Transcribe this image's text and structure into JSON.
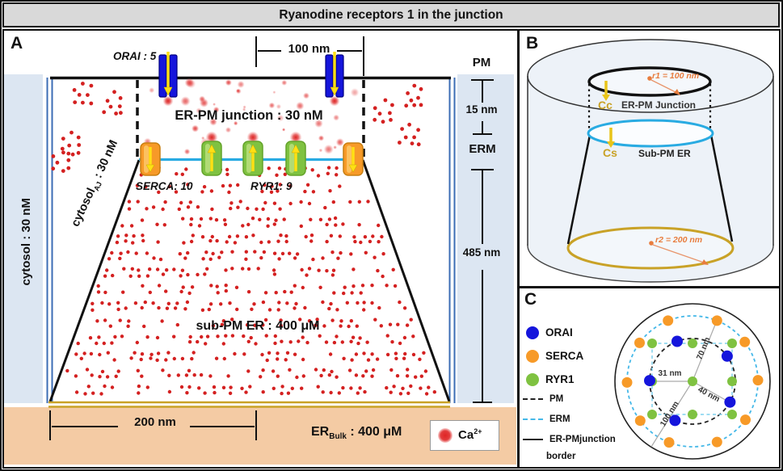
{
  "title": "Ryanodine receptors 1 in the junction",
  "colors": {
    "orai_blue": "#1515DC",
    "serca_orange": "#F79A28",
    "ryr1_green": "#7FC241",
    "erm_cyan": "#29ABE2",
    "pm_black": "#1a1a1a",
    "gold": "#C9A227",
    "ca_red": "#D42020",
    "cytosol_blue": "#DCE6F2",
    "er_bulk_peach": "#F4CBA4",
    "title_gray": "#D9D9D9",
    "annotation_orange": "#E87D3E",
    "label_gold": "#C9A227"
  },
  "panel_a": {
    "label": "A",
    "orai_count_label": "ORAI : 5",
    "serca_count_label": "SERCA: 10",
    "ryr1_count_label": "RYR1: 9",
    "junction_conc": "ER-PM junction : 30 nM",
    "sub_pm_er_conc": "sub-PM ER : 400 μM",
    "cytosol_conc": "cytosol : 30 nM",
    "cytosol_aj": {
      "base": "cytosol",
      "sub": "AJ",
      "rest": " : 30 nM"
    },
    "er_bulk": {
      "base": "ER",
      "sub": "Bulk",
      "rest": " : 400 μM"
    },
    "ca_legend": {
      "base": "Ca",
      "sup": "2+"
    },
    "width_top": "100 nm",
    "width_bottom": "200 nm",
    "pm": "PM",
    "pm_erm_gap": "15 nm",
    "erm": "ERM",
    "er_depth": "485 nm"
  },
  "panel_b": {
    "label": "B",
    "cc": "Cc",
    "cs": "Cs",
    "junction_name": "ER-PM Junction",
    "sub_pm_name": "Sub-PM ER",
    "r1_text": "r1 = 100 nm",
    "r2_text": "r2 = 200 nm"
  },
  "panel_c": {
    "label": "C",
    "legend": {
      "orai": "ORAI",
      "serca": "SERCA",
      "ryr1": "RYR1",
      "pm": "PM",
      "erm": "ERM",
      "border_line1": "ER-PMjunction",
      "border_line2": "border"
    },
    "measures": {
      "erm_radius": "70 nm",
      "ryr_spacing": "31 nm",
      "pm_radius": "40 nm",
      "junction_radius": "100 nm"
    },
    "diagram": {
      "outer_r": 96,
      "erm_r": 81,
      "pm_r": 53,
      "orai_offsets": [
        [
          42.9,
          -31.2
        ],
        [
          -19,
          -49.5
        ],
        [
          -53,
          -0.9
        ],
        [
          46.4,
          25.7
        ],
        [
          -21.6,
          48.4
        ]
      ],
      "serca_offsets": [
        [
          81,
          -1.4
        ],
        [
          64.7,
          -48.7
        ],
        [
          30.3,
          -75.1
        ],
        [
          -30.3,
          -75.1
        ],
        [
          -65.5,
          -47.6
        ],
        [
          -81,
          1.4
        ],
        [
          -64.7,
          48.7
        ],
        [
          -29,
          75.6
        ],
        [
          30.3,
          75.1
        ],
        [
          65.5,
          47.6
        ]
      ],
      "ryr1_offsets": [
        [
          -50,
          -47
        ],
        [
          0,
          -47
        ],
        [
          49,
          -47
        ],
        [
          -50,
          0
        ],
        [
          0,
          0
        ],
        [
          49,
          0
        ],
        [
          -50,
          41
        ],
        [
          0,
          41
        ],
        [
          49,
          41
        ]
      ]
    }
  }
}
